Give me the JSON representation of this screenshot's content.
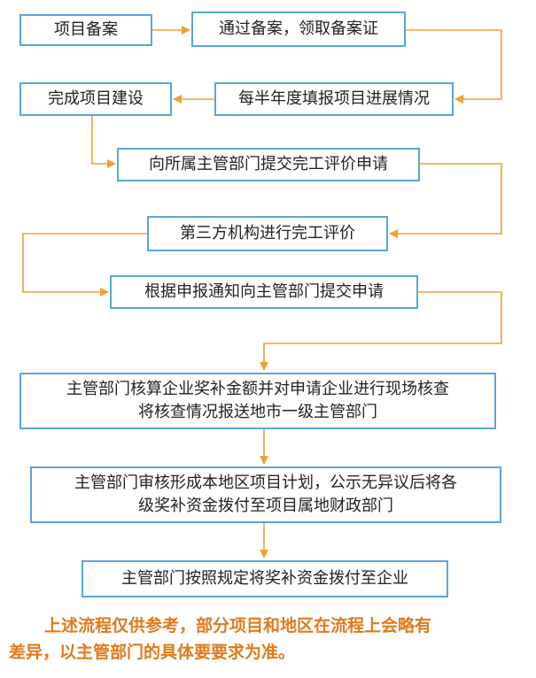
{
  "diagram": {
    "nodes": {
      "n1": "项目备案",
      "n2": "通过备案，领取备案证",
      "n3": "每半年度填报项目进展情况",
      "n4": "完成项目建设",
      "n5": "向所属主管部门提交完工评价申请",
      "n6": "第三方机构进行完工评价",
      "n7": "根据申报通知向主管部门提交申请",
      "n8": [
        "主管部门核算企业奖补金额并对申请企业进行现场核查",
        "将核查情况报送地市一级主管部门"
      ],
      "n9": [
        "主管部门审核形成本地区项目计划，公示无异议后将各",
        "级奖补资金拨付至项目属地财政部门"
      ],
      "n10": "主管部门按照规定将奖补资金拨付至企业"
    },
    "note": [
      "上述流程仅供参考，部分项目和地区在流程上会略有",
      "差异，以主管部门的具体要要求为准。"
    ],
    "colors": {
      "box_border": "#5aa5dc",
      "arrow": "#f0a030",
      "note_text": "#e07a1c"
    }
  }
}
